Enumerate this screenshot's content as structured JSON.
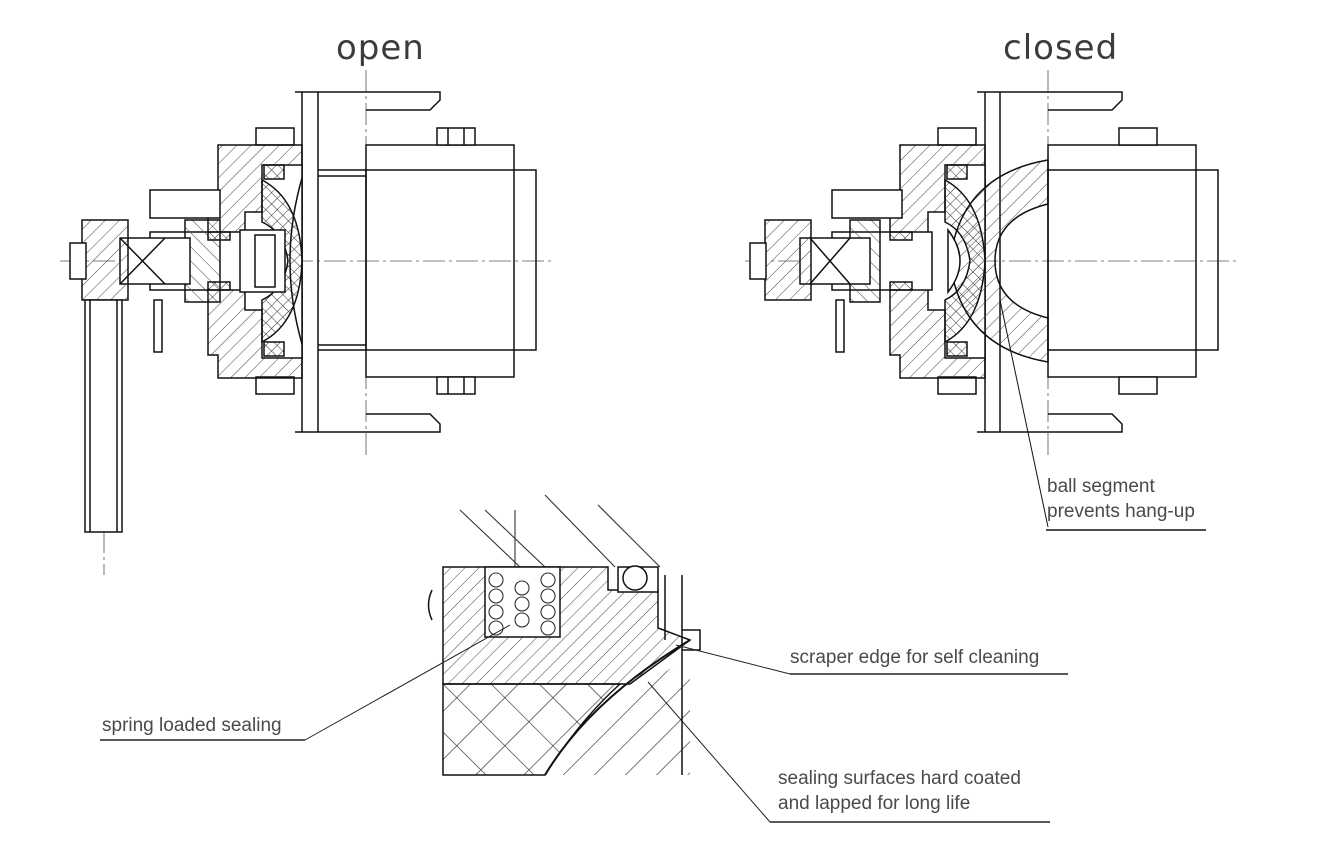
{
  "titles": {
    "open": "open",
    "closed": "closed"
  },
  "callouts": {
    "ball_segment": [
      "ball segment",
      "prevents hang-up"
    ],
    "scraper": "scraper edge for self cleaning",
    "spring": "spring loaded sealing",
    "surfaces": [
      "sealing surfaces hard coated",
      "and lapped for long life"
    ]
  }
}
